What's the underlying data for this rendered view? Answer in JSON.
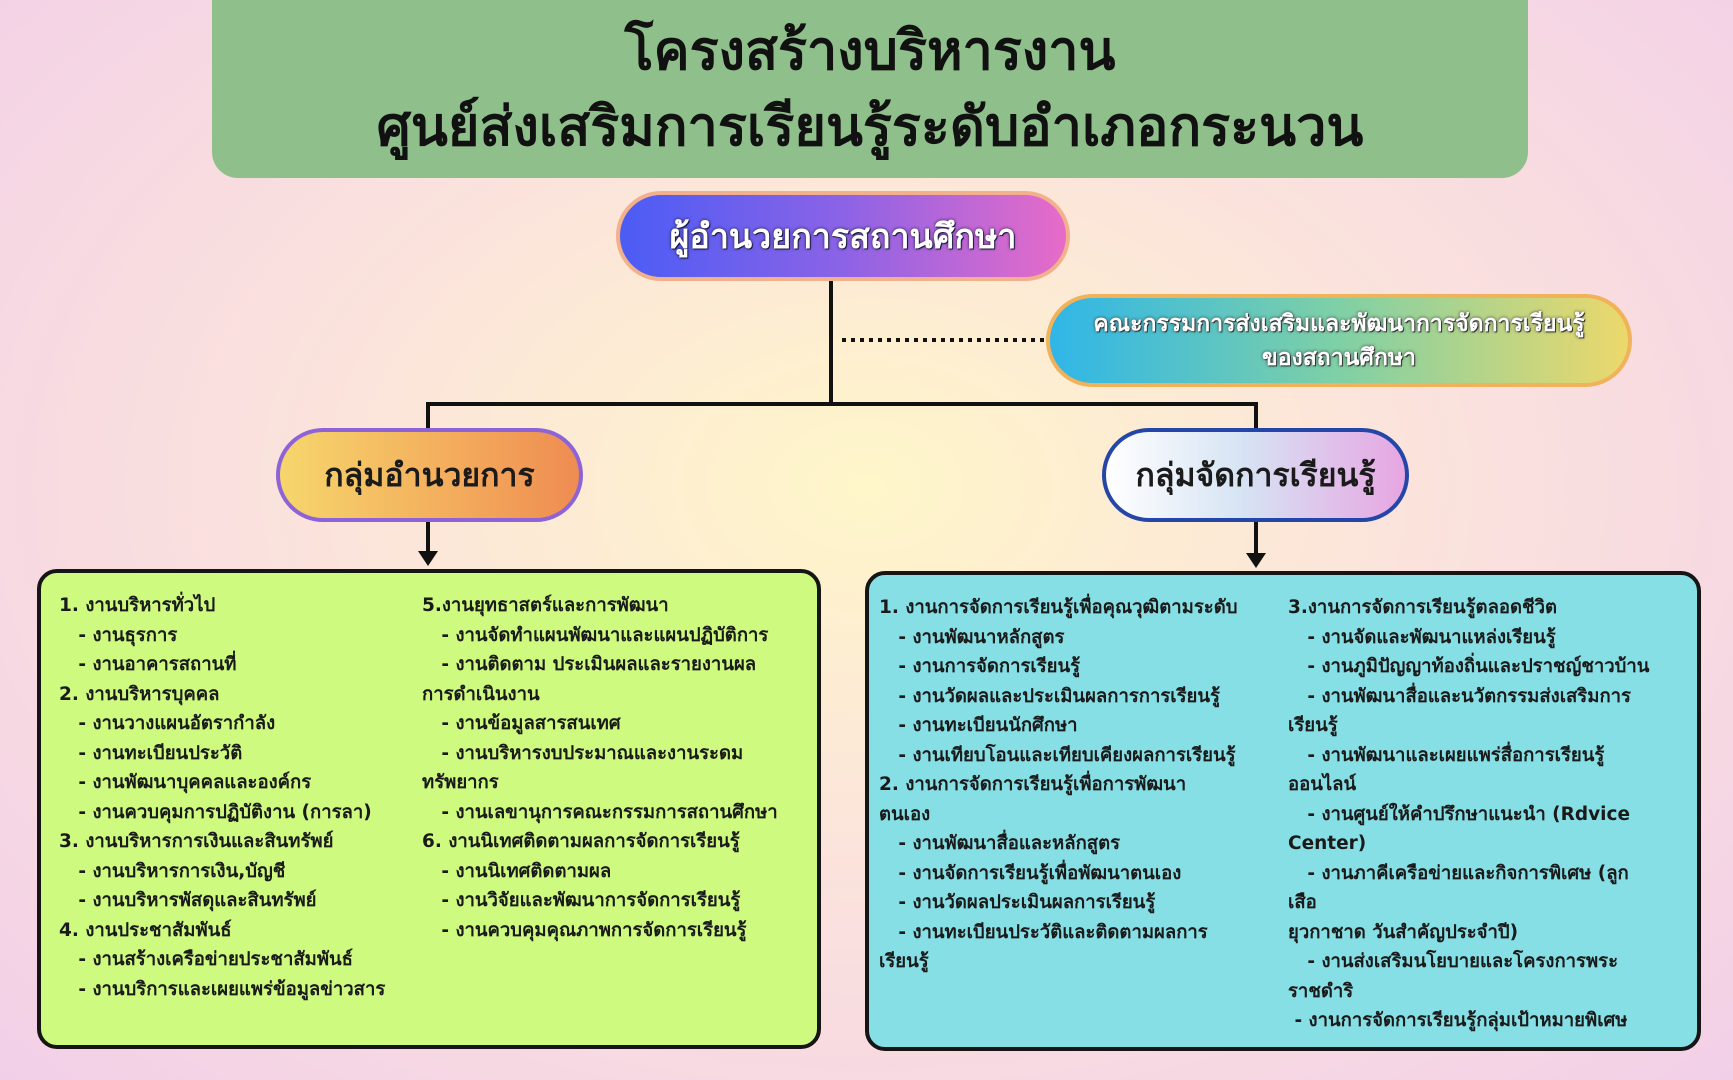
{
  "header": {
    "title_line1": "โครงสร้างบริหารงาน",
    "title_line2": "ศูนย์ส่งเสริมการเรียนรู้ระดับอำเภอกระนวน"
  },
  "director": {
    "label": "ผู้อำนวยการสถานศึกษา"
  },
  "committee": {
    "line1": "คณะกรรมการส่งเสริมและพัฒนาการจัดการเรียนรู้",
    "line2": "ของสถานศึกษา"
  },
  "groups": {
    "admin": "กลุ่มอำนวยการ",
    "learning": "กลุ่มจัดการเรียนรู้"
  },
  "admin_box": {
    "col1": [
      "1. งานบริหารทั่วไป",
      "   - งานธุรการ",
      "   - งานอาคารสถานที่",
      "2. งานบริหารบุคคล",
      "   - งานวางแผนอัตรากำลัง",
      "   - งานทะเบียนประวัติ",
      "   - งานพัฒนาบุคคลและองค์กร",
      "   - งานควบคุมการปฏิบัติงาน (การลา)",
      "3. งานบริหารการเงินและสินทรัพย์",
      "   - งานบริหารการเงิน,บัญชี",
      "   - งานบริหารพัสดุและสินทรัพย์",
      "4. งานประชาสัมพันธ์",
      "   - งานสร้างเครือข่ายประชาสัมพันธ์",
      "   - งานบริการและเผยแพร่ข้อมูลข่าวสาร"
    ],
    "col2": [
      "5.งานยุทธาสตร์และการพัฒนา",
      "   - งานจัดทำแผนพัฒนาและแผนปฏิบัติการ",
      "   - งานติดตาม ประเมินผลและรายงานผล",
      "การดำเนินงาน",
      "   - งานข้อมูลสารสนเทศ",
      "   - งานบริหารงบประมาณและงานระดม",
      "ทรัพยากร",
      "   - งานเลขานุการคณะกรรมการสถานศึกษา",
      "6. งานนิเทศติดตามผลการจัดการเรียนรู้",
      "   - งานนิเทศติดตามผล",
      "   - งานวิจัยและพัฒนาการจัดการเรียนรู้",
      "   - งานควบคุมคุณภาพการจัดการเรียนรู้"
    ]
  },
  "learning_box": {
    "col1": [
      "1. งานการจัดการเรียนรู้เพื่อคุณวุฒิตามระดับ",
      "   - งานพัฒนาหลักสูตร",
      "   - งานการจัดการเรียนรู้",
      "   - งานวัดผลและประเมินผลการการเรียนรู้",
      "   - งานทะเบียนนักศึกษา",
      "   - งานเทียบโอนและเทียบเคียงผลการเรียนรู้",
      "2. งานการจัดการเรียนรู้เพื่อการพัฒนา",
      "ตนเอง",
      "   - งานพัฒนาสื่อและหลักสูตร",
      "   - งานจัดการเรียนรู้เพื่อพัฒนาตนเอง",
      "   - งานวัดผลประเมินผลการเรียนรู้",
      "   - งานทะเบียนประวัติและติดตามผลการ",
      "เรียนรู้"
    ],
    "col2": [
      "3.งานการจัดการเรียนรู้ตลอดชีวิต",
      "   - งานจัดและพัฒนาแหล่งเรียนรู้",
      "   - งานภูมิปัญญาท้องถิ่นและปราชญ์ชาวบ้าน",
      "   - งานพัฒนาสื่อและนวัตกรรมส่งเสริมการ",
      "เรียนรู้",
      "   - งานพัฒนาและเผยแพร่สื่อการเรียนรู้",
      "ออนไลน์",
      "   - งานศูนย์ให้คำปรึกษาแนะนำ (Rdvice",
      "Center)",
      "   - งานภาคีเครือข่ายและกิจการพิเศษ (ลูก",
      "เสือ",
      "ยุวกาชาด วันสำคัญประจำปี)",
      "   - งานส่งเสริมนโยบายและโครงการพระ",
      "ราชดำริ",
      " - งานการจัดการเรียนรู้กลุ่มเป้าหมายพิเศษ"
    ]
  }
}
